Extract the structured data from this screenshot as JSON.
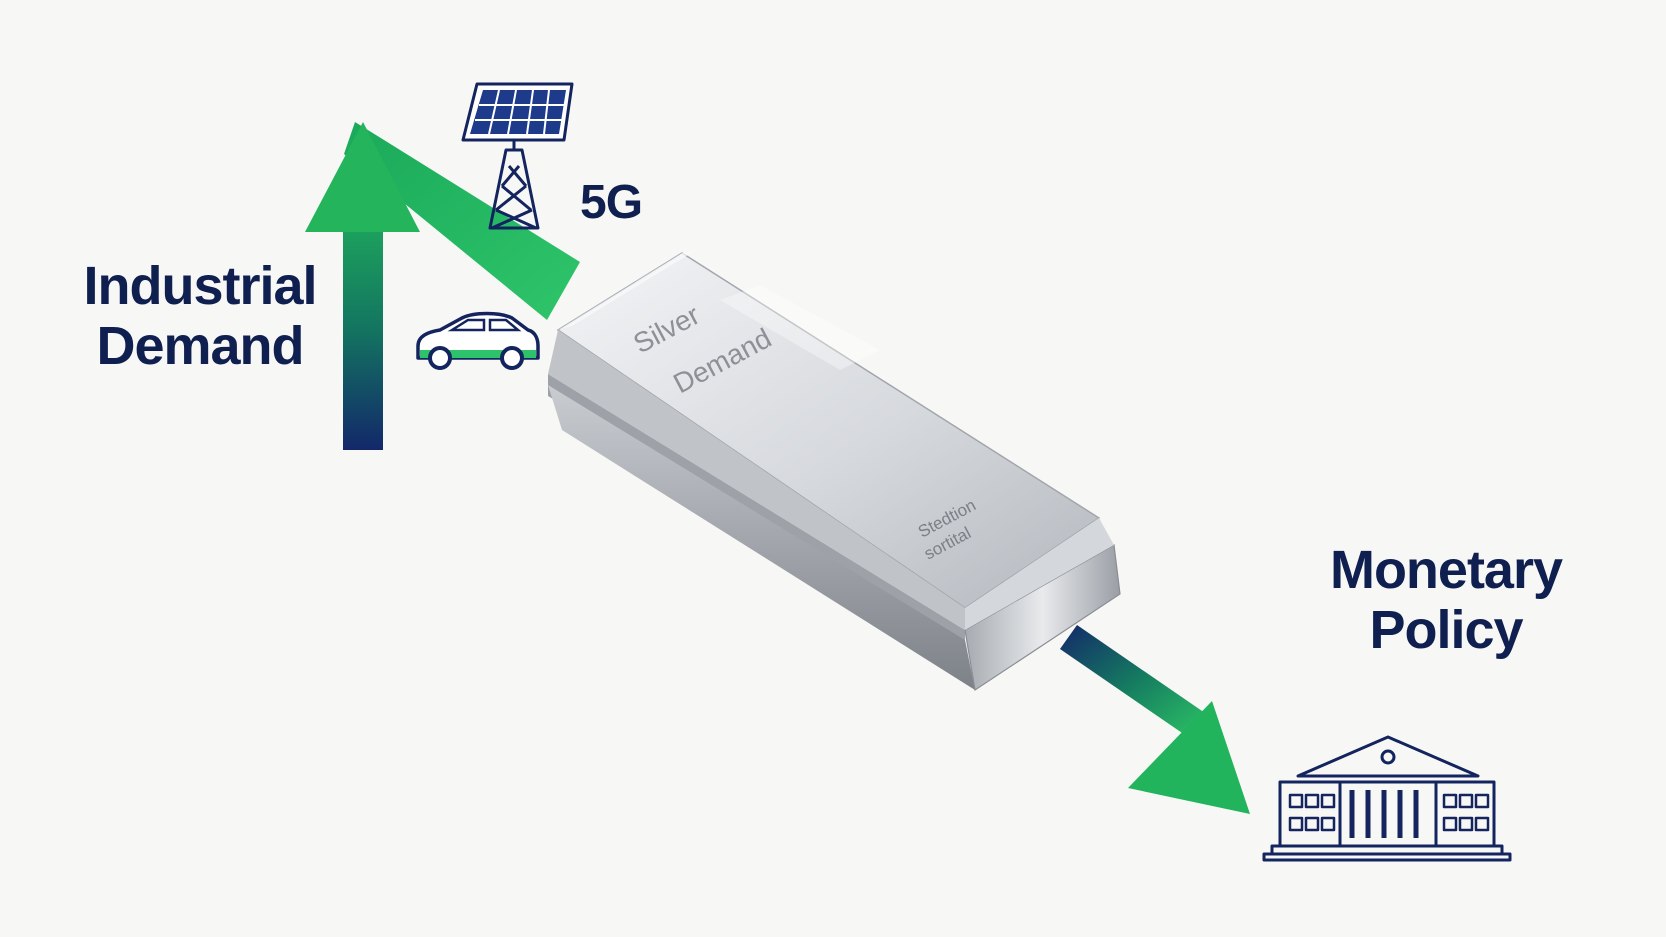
{
  "labels": {
    "industrial": [
      "Industrial",
      "Demand"
    ],
    "five_g": "5G",
    "monetary": [
      "Monetary",
      "Policy"
    ]
  },
  "silver_bar": {
    "engraving_top": [
      "Silver",
      "Demand"
    ],
    "engraving_side": [
      "Stedtion",
      "sortital"
    ]
  },
  "colors": {
    "navy": "#0f1f4f",
    "green": "#1fb35a",
    "background": "#f7f8f5",
    "silver_light": "#eef0f2",
    "silver_dark": "#8c9096"
  },
  "icons": [
    "solar-tower-icon",
    "car-icon",
    "bank-building-icon",
    "up-arrow-icon",
    "down-arrow-icon"
  ]
}
